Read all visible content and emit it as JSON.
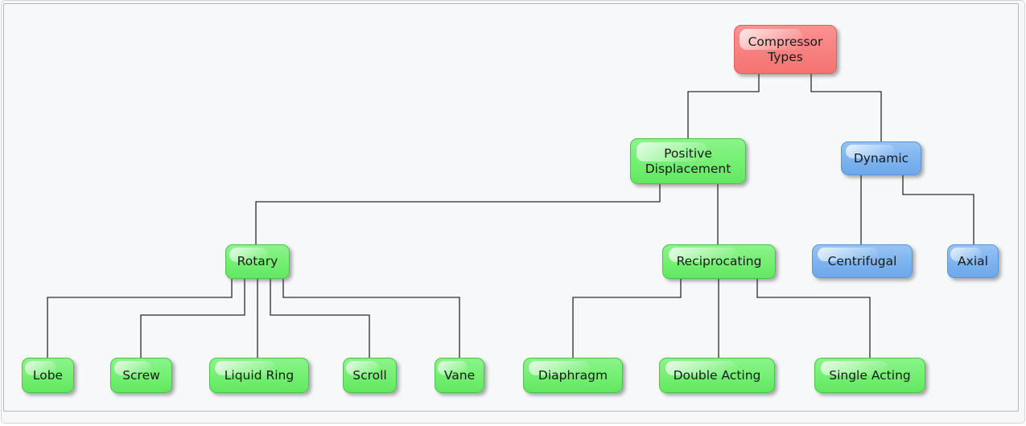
{
  "diagram": {
    "type": "tree",
    "nodes": [
      {
        "id": "compressor-types",
        "label": "Compressor Types",
        "color": "red"
      },
      {
        "id": "positive-displacement",
        "label": "Positive Displacement",
        "color": "green"
      },
      {
        "id": "dynamic",
        "label": "Dynamic",
        "color": "blue"
      },
      {
        "id": "rotary",
        "label": "Rotary",
        "color": "green"
      },
      {
        "id": "reciprocating",
        "label": "Reciprocating",
        "color": "green"
      },
      {
        "id": "centrifugal",
        "label": "Centrifugal",
        "color": "blue"
      },
      {
        "id": "axial",
        "label": "Axial",
        "color": "blue"
      },
      {
        "id": "lobe",
        "label": "Lobe",
        "color": "green"
      },
      {
        "id": "screw",
        "label": "Screw",
        "color": "green"
      },
      {
        "id": "liquid-ring",
        "label": "Liquid Ring",
        "color": "green"
      },
      {
        "id": "scroll",
        "label": "Scroll",
        "color": "green"
      },
      {
        "id": "vane",
        "label": "Vane",
        "color": "green"
      },
      {
        "id": "diaphragm",
        "label": "Diaphragm",
        "color": "green"
      },
      {
        "id": "double-acting",
        "label": "Double Acting",
        "color": "green"
      },
      {
        "id": "single-acting",
        "label": "Single Acting",
        "color": "green"
      }
    ],
    "edges": [
      {
        "from": "compressor-types",
        "to": "positive-displacement"
      },
      {
        "from": "compressor-types",
        "to": "dynamic"
      },
      {
        "from": "positive-displacement",
        "to": "rotary"
      },
      {
        "from": "positive-displacement",
        "to": "reciprocating"
      },
      {
        "from": "dynamic",
        "to": "centrifugal"
      },
      {
        "from": "dynamic",
        "to": "axial"
      },
      {
        "from": "rotary",
        "to": "lobe"
      },
      {
        "from": "rotary",
        "to": "screw"
      },
      {
        "from": "rotary",
        "to": "liquid-ring"
      },
      {
        "from": "rotary",
        "to": "scroll"
      },
      {
        "from": "rotary",
        "to": "vane"
      },
      {
        "from": "reciprocating",
        "to": "diaphragm"
      },
      {
        "from": "reciprocating",
        "to": "double-acting"
      },
      {
        "from": "reciprocating",
        "to": "single-acting"
      }
    ],
    "colors": {
      "node_red": "#f88080",
      "node_green": "#73ef72",
      "node_blue": "#7db3ef",
      "connector": "#2b2b2b",
      "panel_background": "#f7f8fa",
      "panel_border": "#b4b7bc",
      "card_border": "#d2d4d8"
    }
  }
}
